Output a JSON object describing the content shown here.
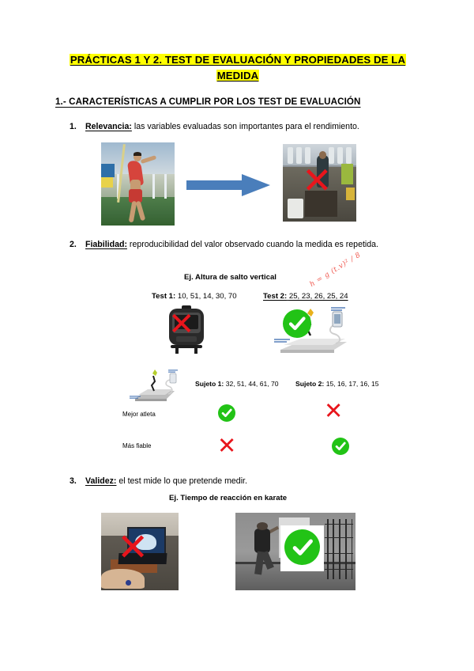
{
  "document": {
    "title_line1": "PRÁCTICAS 1 Y 2. TEST DE EVALUACIÓN Y PROPIEDADES DE LA",
    "title_line2": "MEDIDA",
    "section_heading": "1.- CARACTERÍSTICAS A CUMPLIR POR LOS TEST DE EVALUACIÓN"
  },
  "items": [
    {
      "number": "1.",
      "term": "Relevancia:",
      "text": " las variables evaluadas son importantes para el rendimiento."
    },
    {
      "number": "2.",
      "term": "Fiabilidad:",
      "text": " reproducibilidad del valor observado cuando la medida es repetida."
    },
    {
      "number": "3.",
      "term": "Validez:",
      "text": " el test mide lo que pretende medir."
    }
  ],
  "fiabilidad": {
    "example_caption": "Ej. Altura de salto vertical",
    "test1_label": "Test 1:",
    "test1_values": "10, 51, 14, 30, 70",
    "test2_label": "Test 2:",
    "test2_values": "25, 23, 26, 25, 24",
    "handwritten_note": "h = g (t.v)² / 8",
    "subject1_label": "Sujeto 1:",
    "subject1_values": "32, 51, 44, 61, 70",
    "subject2_label": "Sujeto 2:",
    "subject2_values": "15, 16, 17, 16, 15",
    "row_label_1": "Mejor atleta",
    "row_label_2": "Más fiable",
    "matrix": [
      {
        "left": "check",
        "right": "cross"
      },
      {
        "left": "cross",
        "right": "check"
      }
    ]
  },
  "validez": {
    "example_caption": "Ej. Tiempo de reacción en karate"
  },
  "marks": {
    "cross_glyph": "✕",
    "cross_color": "#e8151c",
    "check_color": "#22c316"
  },
  "colors": {
    "highlight": "#ffff00",
    "arrow": "#4a7ebb",
    "text": "#000000"
  },
  "icons": {
    "arrow": "right-arrow-icon",
    "stopwatch": "stopwatch-icon",
    "tablet": "tablet-contact-mat-icon",
    "platform": "force-platform-icon"
  }
}
